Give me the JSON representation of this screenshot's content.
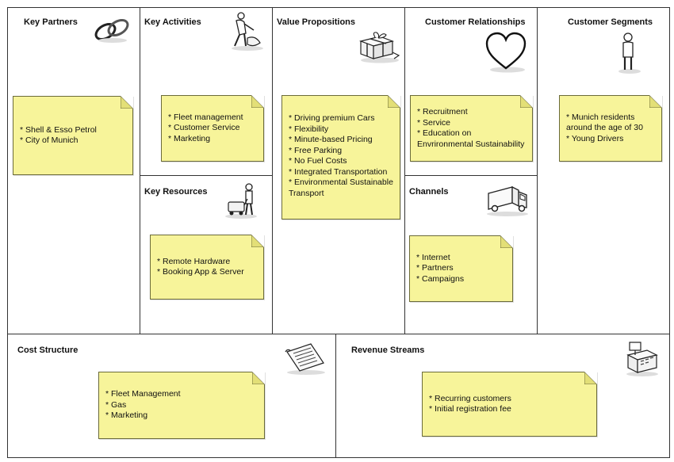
{
  "blocks": {
    "key_partners": {
      "title": "Key Partners",
      "icon": "chain-links-icon",
      "items": [
        "* Shell & Esso Petrol",
        "* City of Munich"
      ]
    },
    "key_activities": {
      "title": "Key Activities",
      "icon": "worker-icon",
      "items": [
        "* Fleet management",
        "* Customer Service",
        "* Marketing"
      ]
    },
    "key_resources": {
      "title": "Key Resources",
      "icon": "forklift-worker-icon",
      "items": [
        "* Remote Hardware",
        "* Booking App & Server"
      ]
    },
    "value_propositions": {
      "title": "Value Propositions",
      "icon": "gift-box-icon",
      "items": [
        "* Driving premium Cars",
        "* Flexibility",
        "* Minute-based Pricing",
        "* Free Parking",
        "* No Fuel Costs",
        "* Integrated Transportation",
        "* Environmental Sustainable Transport"
      ]
    },
    "customer_relationships": {
      "title": "Customer Relationships",
      "icon": "heart-icon",
      "items": [
        "* Recruitment",
        "* Service",
        "* Education on Envrironmental Sustainability"
      ]
    },
    "channels": {
      "title": "Channels",
      "icon": "truck-icon",
      "items": [
        "* Internet",
        "* Partners",
        "* Campaigns"
      ]
    },
    "customer_segments": {
      "title": "Customer Segments",
      "icon": "person-icon",
      "items": [
        "* Munich residents around the age of 30",
        "* Young Drivers"
      ]
    },
    "cost_structure": {
      "title": "Cost Structure",
      "icon": "receipt-icon",
      "items": [
        "* Fleet Management",
        "* Gas",
        "* Marketing"
      ]
    },
    "revenue_streams": {
      "title": "Revenue Streams",
      "icon": "cash-register-icon",
      "items": [
        "* Recurring customers",
        "* Initial registration fee"
      ]
    }
  },
  "colors": {
    "note_fill": "#f7f49a",
    "note_border": "#6b6b3a",
    "grid_line": "#333333"
  }
}
